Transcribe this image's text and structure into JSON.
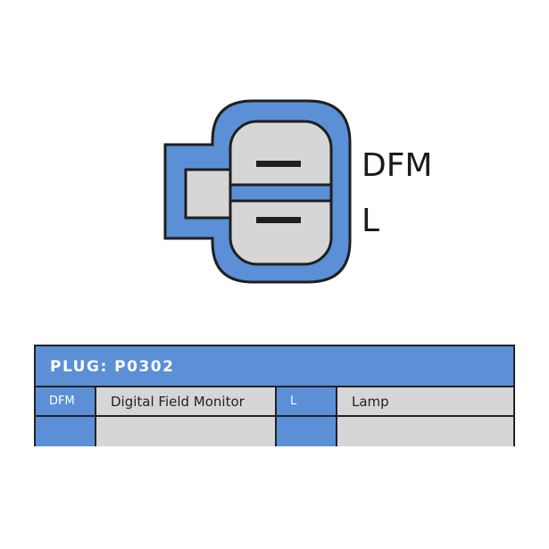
{
  "connector": {
    "pins": [
      {
        "code": "DFM"
      },
      {
        "code": "L"
      }
    ],
    "colors": {
      "housing": "#5b8fd6",
      "insert": "#d6d6d6",
      "outline": "#1f1f1f"
    }
  },
  "table": {
    "header": "PLUG: P0302",
    "rows": [
      {
        "code": "DFM",
        "desc": "Digital Field Monitor",
        "code2": "L",
        "desc2": "Lamp"
      },
      {
        "code": "",
        "desc": "",
        "code2": "",
        "desc2": ""
      }
    ]
  }
}
